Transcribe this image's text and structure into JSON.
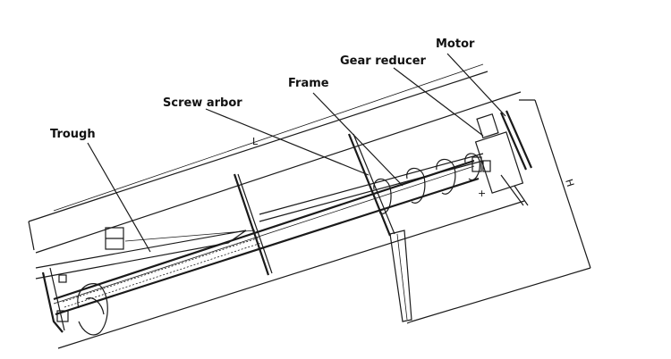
{
  "labels": {
    "motor": "Motor",
    "gear_reducer": "Gear reducer",
    "frame": "Frame",
    "screw_arbor": "Screw arbor",
    "trough": "Trough"
  },
  "dimensions": {
    "length": "L",
    "height": "H"
  }
}
